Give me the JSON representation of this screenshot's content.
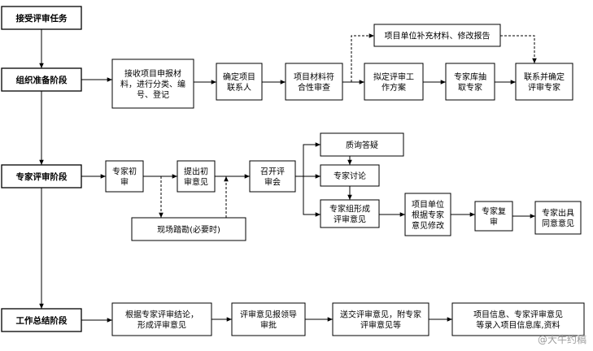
{
  "stages": {
    "s1": "接受评审任务",
    "s2": "组织准备阶段",
    "s3": "专家评审阶段",
    "s4": "工作总结阶段"
  },
  "nodes": {
    "n_receive": [
      "接收项目申报材",
      "料，进行分类、编",
      "号、登记"
    ],
    "n_contact": [
      "确定项目",
      "联系人"
    ],
    "n_compliance": [
      "项目材料符",
      "合性审查"
    ],
    "n_plan": [
      "拟定评审工",
      "作方案"
    ],
    "n_draw": [
      "专家库抽",
      "取专家"
    ],
    "n_confirm": [
      "联系并确定",
      "评审专家"
    ],
    "n_supplement": [
      "项目单位补充材料、修改报告"
    ],
    "n_initial": [
      "专家初",
      "审"
    ],
    "n_propose": [
      "提出初",
      "审意见"
    ],
    "n_meeting": [
      "召开评",
      "审会"
    ],
    "n_site": [
      "现场踏勘(必要时)"
    ],
    "n_qa": [
      "质询答疑"
    ],
    "n_discuss": [
      "专家讨论"
    ],
    "n_form": [
      "专家组形成",
      "评审意见"
    ],
    "n_revise": [
      "项目单位",
      "根据专家",
      "意见修改"
    ],
    "n_recheck": [
      "专家复",
      "审"
    ],
    "n_issue": [
      "专家出具",
      "同意意见"
    ],
    "n_conclude": [
      "根据专家评审结论，",
      "形成评审意见"
    ],
    "n_report": [
      "评审意见报领导",
      "审批"
    ],
    "n_send": [
      "送交评审意见，附专家",
      "评审意见等"
    ],
    "n_record": [
      "项目信息、专家评审意见",
      "等录入项目信息库,资料"
    ]
  },
  "watermark": "@大牛约稿"
}
